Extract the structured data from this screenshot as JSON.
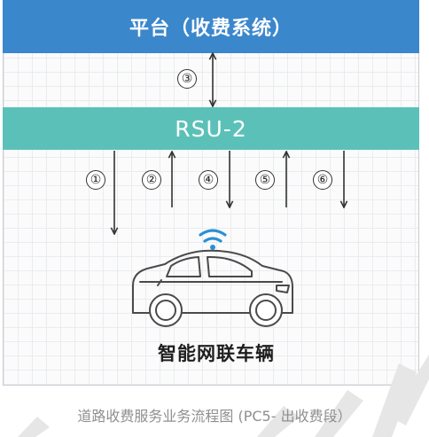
{
  "platform": {
    "label": "平台（收费系统）"
  },
  "rsu": {
    "label": "RSU-2"
  },
  "flows": [
    {
      "label": "③",
      "direction": "both"
    },
    {
      "label": "①",
      "direction": "down"
    },
    {
      "label": "②",
      "direction": "up"
    },
    {
      "label": "④",
      "direction": "down"
    },
    {
      "label": "⑤",
      "direction": "up"
    },
    {
      "label": "⑥",
      "direction": "down"
    }
  ],
  "vehicle": {
    "label": "智能网联车辆",
    "icon": "car-icon",
    "signal_icon": "wifi-icon"
  },
  "caption": "道路收费服务业务流程图 (PC5- 出收费段）",
  "colors": {
    "platform": "#3b87cc",
    "rsu": "#5bc1b8",
    "signal": "#2a8fd6",
    "line": "#333333"
  }
}
